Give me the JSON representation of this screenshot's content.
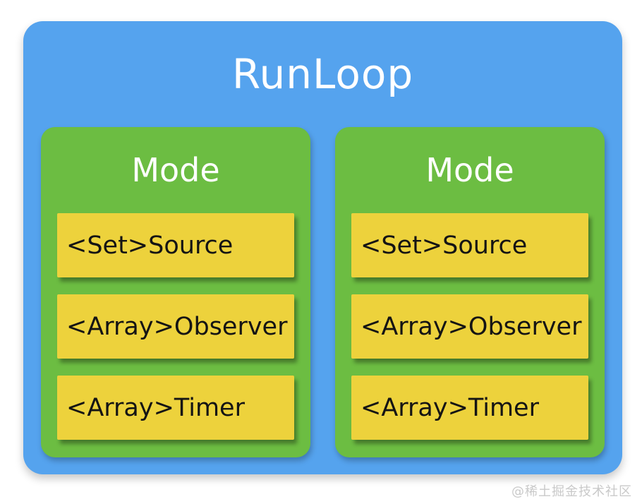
{
  "diagram": {
    "title": "RunLoop",
    "modes": [
      {
        "title": "Mode",
        "items": [
          "<Set>Source",
          "<Array>Observer",
          "<Array>Timer"
        ]
      },
      {
        "title": "Mode",
        "items": [
          "<Set>Source",
          "<Array>Observer",
          "<Array>Timer"
        ]
      }
    ],
    "watermark": "@稀土掘金技术社区",
    "colors": {
      "panel_blue": "#55a3ee",
      "mode_green": "#6cbd42",
      "item_yellow": "#edd23c",
      "title_text": "#ffffff",
      "item_text": "#141414",
      "watermark_text": "#c9c9c9"
    }
  }
}
